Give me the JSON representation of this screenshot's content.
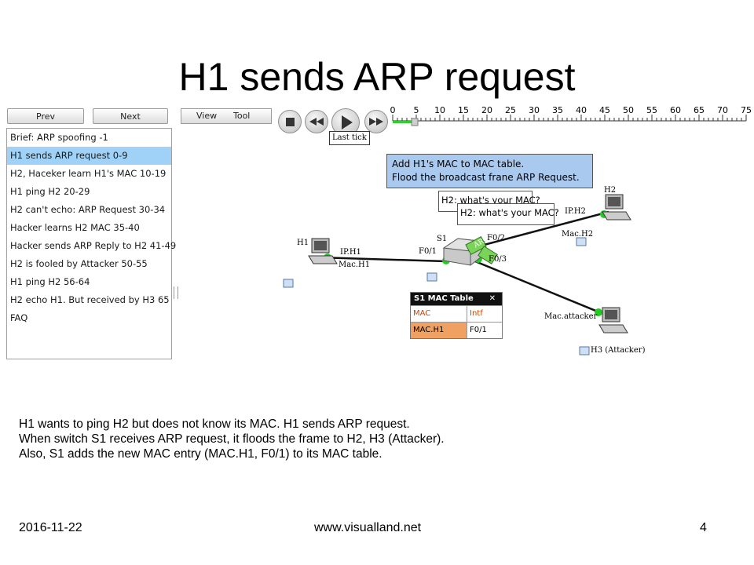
{
  "slide": {
    "title": "H1 sends ARP request",
    "description": [
      "H1 wants to ping H2 but does not know its MAC. H1 sends ARP request.",
      "When switch S1 receives ARP request, it floods the frame to H2, H3 (Attacker).",
      "Also, S1 adds the new MAC entry  (MAC.H1, F0/1) to its MAC table."
    ],
    "footer": {
      "date": "2016-11-22",
      "site": "www.visualland.net",
      "page": "4"
    }
  },
  "toolbar": {
    "prev_label": "Prev",
    "next_label": "Next",
    "view_label": "View",
    "tool_label": "Tool",
    "tooltip": "Last tick"
  },
  "timeline": {
    "ticks": [
      "0",
      "5",
      "10",
      "15",
      "20",
      "25",
      "30",
      "35",
      "40",
      "45",
      "50",
      "55",
      "60",
      "65",
      "70",
      "75"
    ],
    "progress": 1,
    "max": 75
  },
  "lessons": {
    "selected_index": 1,
    "items": [
      "Brief: ARP spoofing -1",
      "H1 sends ARP request 0-9",
      "H2, Haceker learn H1's MAC 10-19",
      "H1 ping H2 20-29",
      "H2 can't echo: ARP Request 30-34",
      "Hacker learns H2 MAC 35-40",
      "Hacker sends ARP Reply to H2 41-49",
      "H2 is fooled by Attacker 50-55",
      "H1 ping H2 56-64",
      "H2 echo H1.  But received by H3 65",
      "FAQ"
    ]
  },
  "network": {
    "callout_main": [
      "Add H1's MAC to MAC table.",
      "Flood the broadcast frane ARP Request."
    ],
    "callout_h2_back": "H2: what's your MAC?",
    "callout_h2_front": "H2: what's your MAC?",
    "packet_label": "ARP",
    "labels": {
      "h1": "H1",
      "h1_ip": "IP.H1",
      "h1_mac": "Mac.H1",
      "s1": "S1",
      "f01": "F0/1",
      "f02": "F0/2",
      "f03": "F0/3",
      "h2": "H2",
      "h2_ip": "IP.H2",
      "h2_mac": "Mac.H2",
      "h3_mac": "Mac.attacker",
      "h3": "H3 (Attacker)"
    }
  },
  "mac_table": {
    "title": "S1 MAC Table",
    "close": "✕",
    "columns": [
      "MAC",
      "Intf"
    ],
    "rows": [
      [
        "MAC.H1",
        "F0/1"
      ]
    ],
    "colors": {
      "header_text": "#cc4400",
      "row_highlight": "#f0a060"
    }
  }
}
